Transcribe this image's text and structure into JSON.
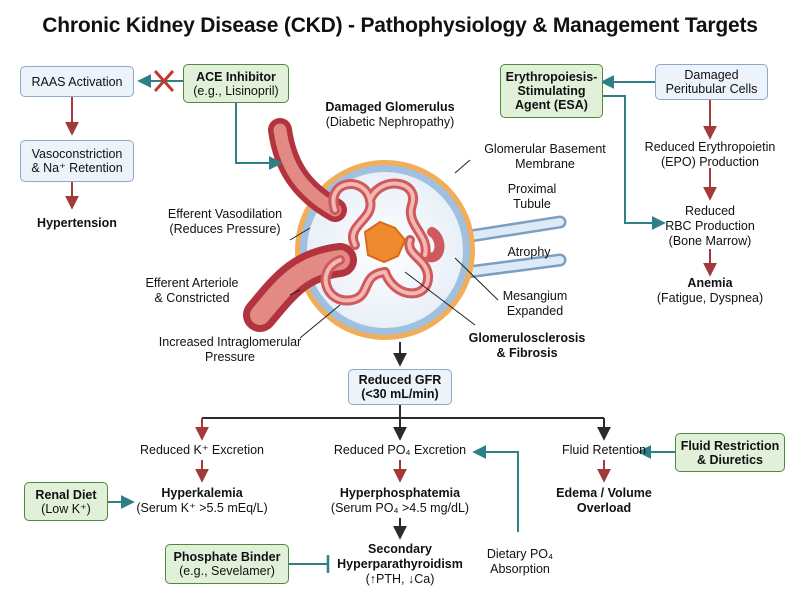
{
  "title": "Chronic Kidney Disease (CKD) - Pathophysiology & Management Targets",
  "colors": {
    "red_arrow": "#a33a3a",
    "teal_arrow": "#2f7f87",
    "dark_arrow": "#2b2b2b",
    "green_box": "#e1f0d9",
    "blue_box": "#edf3fb"
  },
  "raas": {
    "activation": "RAAS Activation",
    "vasoconstriction": [
      "Vasoconstriction",
      "& Na⁺ Retention"
    ],
    "hypertension": "Hypertension"
  },
  "ace": {
    "line1": "ACE Inhibitor",
    "line2": "(e.g., Lisinopril)"
  },
  "glomerulus": {
    "damaged_title": "Damaged Glomerulus",
    "damaged_sub": "(Diabetic Nephropathy)",
    "gbm": [
      "Glomerular Basement",
      "Membrane"
    ],
    "proximal": [
      "Proximal",
      "Tubule"
    ],
    "atrophy": "Atrophy",
    "mesangium": [
      "Mesangium",
      "Expanded"
    ],
    "sclerosis": [
      "Glomerulosclerosis",
      "& Fibrosis"
    ],
    "efferent_vaso": [
      "Efferent Vasodilation",
      "(Reduces Pressure)"
    ],
    "efferent_constricted": [
      "Efferent Arteriole",
      "& Constricted"
    ],
    "pressure": [
      "Increased Intraglomerular",
      "Pressure"
    ]
  },
  "anemia": {
    "esa": [
      "Erythropoiesis-",
      "Stimulating",
      "Agent (ESA)"
    ],
    "peritubular": [
      "Damaged",
      "Peritubular Cells"
    ],
    "epo": [
      "Reduced Erythropoietin",
      "(EPO) Production"
    ],
    "rbc": [
      "Reduced",
      "RBC Production",
      "(Bone Marrow)"
    ],
    "anemia_title": "Anemia",
    "anemia_sub": "(Fatigue, Dyspnea)"
  },
  "gfr": {
    "line1": "Reduced GFR",
    "line2": "(<30 mL/min)"
  },
  "potassium": {
    "excretion": "Reduced K⁺ Excretion",
    "title": "Hyperkalemia",
    "sub": "(Serum K⁺ >5.5 mEq/L)",
    "diet": [
      "Renal Diet",
      "(Low K⁺)"
    ]
  },
  "phosphate": {
    "excretion": "Reduced PO₄ Excretion",
    "title": "Hyperphosphatemia",
    "sub": "(Serum PO₄ >4.5 mg/dL)",
    "secondary": [
      "Secondary",
      "Hyperparathyroidism"
    ],
    "secondary_sub": "(↑PTH, ↓Ca)",
    "binder": [
      "Phosphate Binder",
      "(e.g., Sevelamer)"
    ],
    "dietary": [
      "Dietary PO₄",
      "Absorption"
    ]
  },
  "fluid": {
    "retention": "Fluid Retention",
    "title": [
      "Edema / Volume",
      "Overload"
    ],
    "restriction": [
      "Fluid Restriction",
      "& Diuretics"
    ]
  }
}
